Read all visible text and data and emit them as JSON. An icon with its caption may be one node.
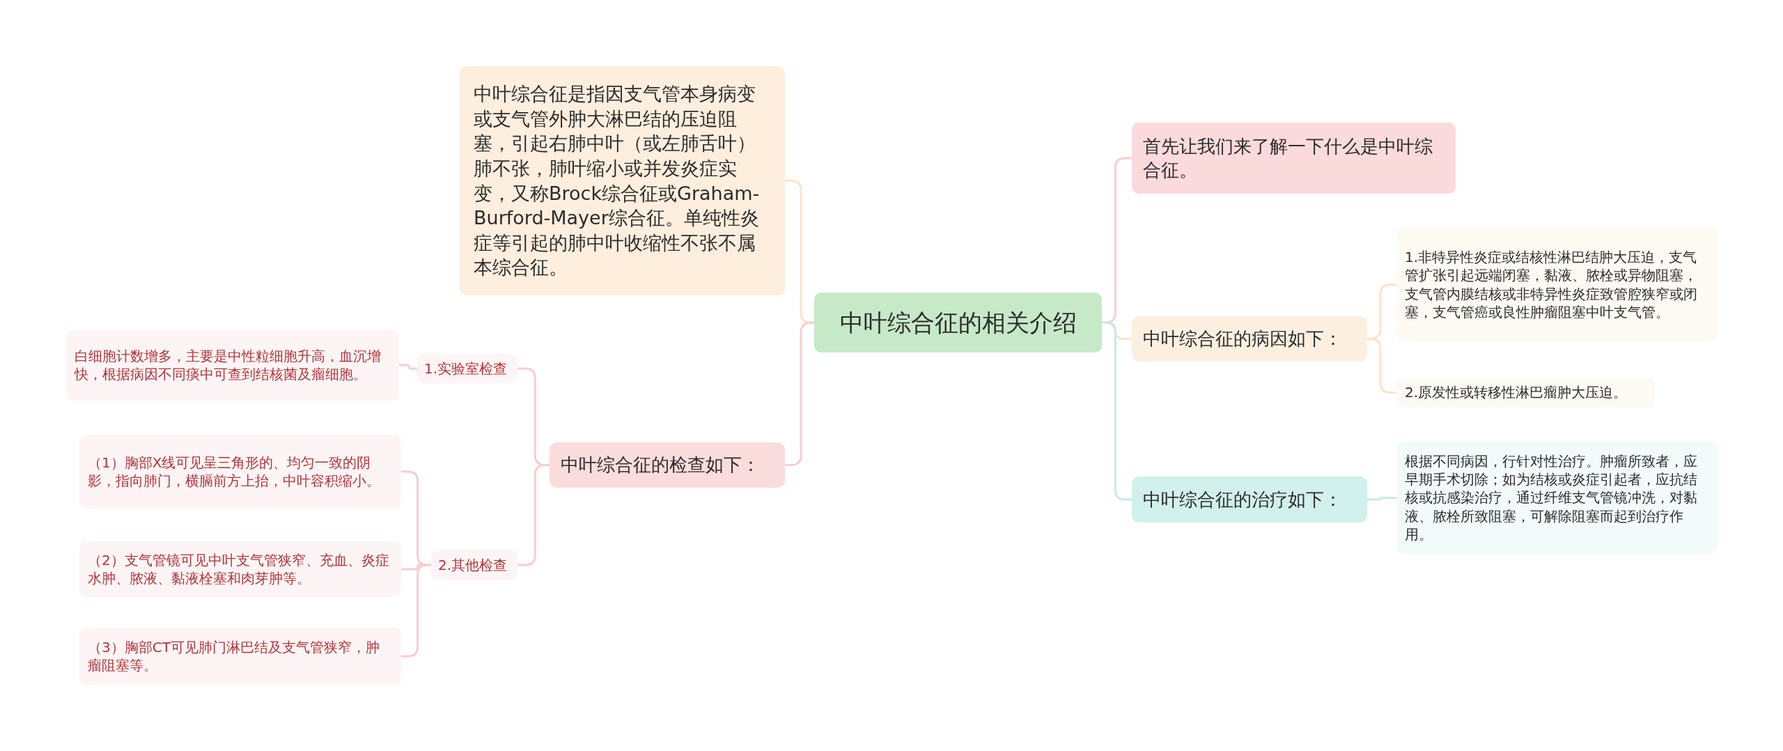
{
  "diagram": {
    "nodes": [
      {
        "text": [
          "中叶综合征的相关介绍"
        ]
      },
      {
        "text": [
          "中叶综合征是指因支气管本身病变或支气管外肿大淋巴结的压迫阻塞，引起右肺中叶（或左肺舌叶）肺不张，肺叶缩小或并发炎症实变，又称Brock综合征或Graham-Burford-Mayer综合征。单纯性炎症等引起的肺中叶收缩性不张不属本综合征。"
        ]
      },
      {
        "text": [
          "中叶综合征的检查如下："
        ]
      },
      {
        "text": [
          "1.实验室检查"
        ]
      },
      {
        "text": [
          "白细胞计数增多，主要是中性粒细胞升高，血沉增快，根据病因不同痰中可查到结核菌及瘤细胞。"
        ]
      },
      {
        "text": [
          "2.其他检查"
        ]
      },
      {
        "text": [
          "（1）胸部X线可见呈三角形的、均匀一致的阴影，指向肺门，横膈前方上抬，中叶容积缩小。"
        ]
      },
      {
        "text": [
          "（2）支气管镜可见中叶支气管狭窄、充血、炎症水肿、脓液、黏液栓塞和肉芽肿等。"
        ]
      },
      {
        "text": [
          "（3）胸部CT可见肺门淋巴结及支气管狭窄，肿瘤阻塞等。"
        ]
      },
      {
        "text": [
          "首先让我们来了解一下什么是中叶综合征。"
        ]
      },
      {
        "text": [
          "中叶综合征的病因如下："
        ]
      },
      {
        "text": [
          "1.非特异性炎症或结核性淋巴结肿大压迫，支气管扩张引起远端闭塞，黏液、脓栓或异物阻塞，支气管内膜结核或非特异性炎症致管腔狭窄或闭塞，支气管癌或良性肿瘤阻塞中叶支气管。"
        ]
      },
      {
        "text": [
          "2.原发性或转移性淋巴瘤肿大压迫。"
        ]
      },
      {
        "text": [
          "中叶综合征的治疗如下："
        ]
      },
      {
        "text": [
          "根据不同病因，行针对性治疗。肿瘤所致者，应早期手术切除；如为结核或炎症引起者，应抗结核或抗感染治疗，通过纤维支气管镜冲洗，对黏液、脓栓所致阻塞，可解除阻塞而起到治疗作用。"
        ]
      }
    ],
    "edges": [
      {
        "from": 0,
        "to": 1,
        "arrow": "none",
        "color": "#fde3c8"
      },
      {
        "from": 0,
        "to": 2,
        "arrow": "none"
      },
      {
        "from": 2,
        "to": 3,
        "arrow": "none"
      },
      {
        "from": 3,
        "to": 4,
        "arrow": "none"
      },
      {
        "from": 2,
        "to": 5,
        "arrow": "none"
      },
      {
        "from": 5,
        "to": 6,
        "arrow": "none"
      },
      {
        "from": 5,
        "to": 7,
        "arrow": "none"
      },
      {
        "from": 5,
        "to": 8,
        "arrow": "none"
      },
      {
        "from": 0,
        "to": 9,
        "arrow": "none"
      },
      {
        "from": 0,
        "to": 10,
        "arrow": "none",
        "color": "#fde3c8"
      },
      {
        "from": 10,
        "to": 11,
        "arrow": "none",
        "color": "#fde3c8"
      },
      {
        "from": 10,
        "to": 12,
        "arrow": "none",
        "color": "#fde3c8"
      },
      {
        "from": 0,
        "to": 13,
        "arrow": "none",
        "color": "#c8ebe6"
      },
      {
        "from": 13,
        "to": 14,
        "arrow": "none",
        "color": "#c8ebe6"
      }
    ]
  }
}
